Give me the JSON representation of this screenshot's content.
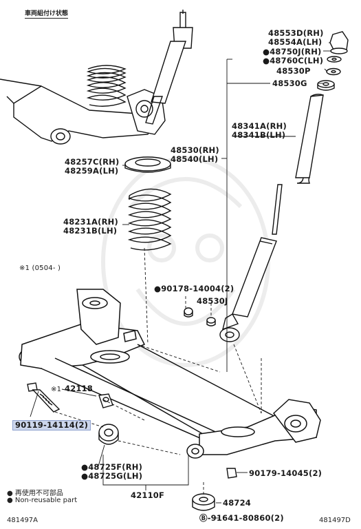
{
  "header_note": "車両組付け状態",
  "labels": {
    "p48553D": "48553D(RH)",
    "p48554A": "48554A(LH)",
    "p48750J": "●48750J(RH)",
    "p48760C": "●48760C(LH)",
    "p48530P": "48530P",
    "p48530G": "48530G",
    "p48341A": "48341A(RH)",
    "p48341B": "48341B(LH)",
    "p48530H": "48530(RH)",
    "p48540": "48540(LH)",
    "p48257C": "48257C(RH)",
    "p48259A": "48259A(LH)",
    "p48231A": "48231A(RH)",
    "p48231B": "48231B(LH)",
    "note1": "※1 (0504-   )",
    "p90178": "●90178-14004(2)",
    "p48530J": "48530J",
    "p42118": "42118",
    "p42118_mark": "※1",
    "p90119": "90119-14114(2)",
    "p48725F": "●48725F(RH)",
    "p48725G": "●48725G(LH)",
    "p90179": "90179-14045(2)",
    "p42110F": "42110F",
    "p48724": "48724",
    "p91641": "Ⓑ-91641-80860(2)"
  },
  "legend": {
    "jp": "● 再使用不可部品",
    "en": "● Non-reusable part"
  },
  "footer": {
    "left": "481497A",
    "right": "481497D"
  },
  "watermark": "TOYOTA"
}
